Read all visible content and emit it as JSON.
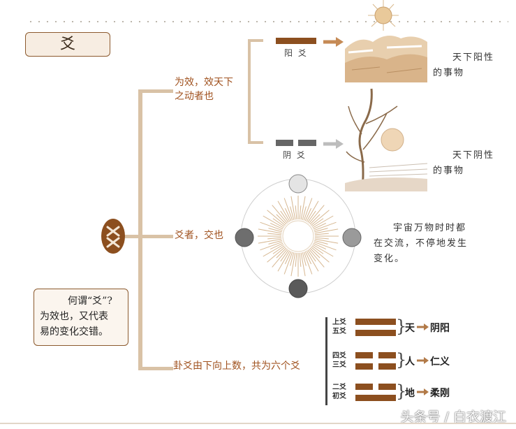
{
  "title": "爻",
  "branches": {
    "effect": [
      "为效，效天下",
      "之动者也"
    ],
    "intersect": "爻者，交也",
    "hexagram": "卦爻由下向上数，共为六个爻"
  },
  "yang": {
    "label": "阳 爻",
    "desc": [
      "天下阳性",
      "的事物"
    ]
  },
  "yin": {
    "label": "阴 爻",
    "desc": [
      "天下阴性",
      "的事物"
    ]
  },
  "cosmos_desc": [
    "宇宙万物时时都",
    "在交流，不停地发生",
    "变化。"
  ],
  "note": [
    "何谓“爻”?",
    "为效也，又代表",
    "易的变化交错。"
  ],
  "gua_levels": [
    {
      "upper": "上爻",
      "lower": "五爻",
      "word": "天",
      "meaning": "阴阳"
    },
    {
      "upper": "四爻",
      "lower": "三爻",
      "word": "人",
      "meaning": "仁义"
    },
    {
      "upper": "二爻",
      "lower": "初爻",
      "word": "地",
      "meaning": "柔刚"
    }
  ],
  "watermark": "头条号 / 白衣渡江",
  "colors": {
    "accent": "#a0521f",
    "yang": "#8c4f1f",
    "yin": "#666666",
    "trunk": "#d9c2a6"
  }
}
